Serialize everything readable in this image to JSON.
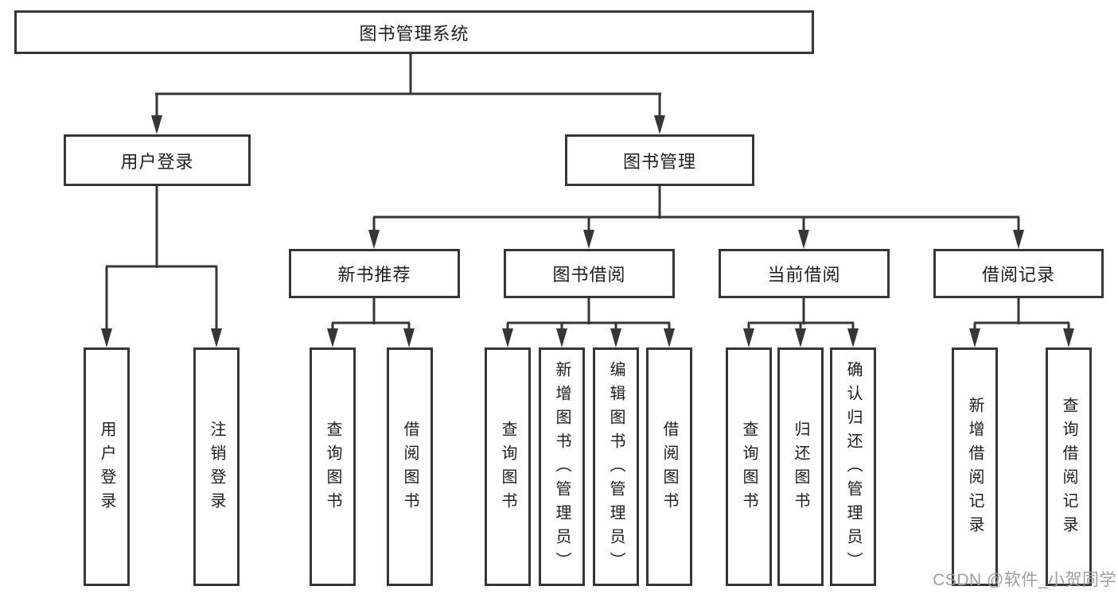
{
  "colors": {
    "line": "#363636",
    "box_border": "#363636",
    "text": "#1e1e1e",
    "background": "#ffffff",
    "watermark": "#9e9e9e"
  },
  "tree": {
    "root": {
      "label": "图书管理系统"
    },
    "branches": [
      {
        "label": "用户登录",
        "children": [
          {
            "label": "用户登录"
          },
          {
            "label": "注销登录"
          }
        ]
      },
      {
        "label": "图书管理",
        "children": [
          {
            "label": "新书推荐",
            "children": [
              {
                "label": "查询图书"
              },
              {
                "label": "借阅图书"
              }
            ]
          },
          {
            "label": "图书借阅",
            "children": [
              {
                "label": "查询图书"
              },
              {
                "label": "新增图书（管理员）"
              },
              {
                "label": "编辑图书（管理员）"
              },
              {
                "label": "借阅图书"
              }
            ]
          },
          {
            "label": "当前借阅",
            "children": [
              {
                "label": "查询图书"
              },
              {
                "label": "归还图书"
              },
              {
                "label": "确认归还（管理员）"
              }
            ]
          },
          {
            "label": "借阅记录",
            "children": [
              {
                "label": "新增借阅记录"
              },
              {
                "label": "查询借阅记录"
              }
            ]
          }
        ]
      }
    ]
  },
  "watermark": {
    "text": "CSDN @软件_小贺同学"
  }
}
